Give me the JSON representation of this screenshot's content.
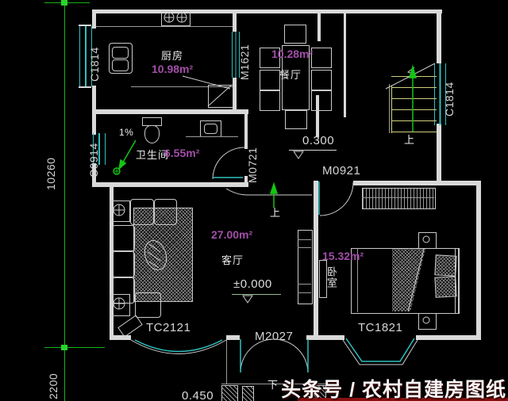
{
  "colors": {
    "background": "#000000",
    "wall": "#d9d9d9",
    "window_door": "#2fbfbf",
    "dimension_line": "#14b414",
    "area_text": "#a14fa8",
    "stair": "#cfcf7a",
    "watermark_bar": "#8b1111"
  },
  "rooms": {
    "kitchen": {
      "name": "厨房",
      "area": "10.98m²"
    },
    "dining": {
      "name": "餐厅",
      "area": "10.28m²"
    },
    "bathroom": {
      "name": "卫生间",
      "area": "6.55m²"
    },
    "living": {
      "name": "客厅",
      "area": "27.00m²"
    },
    "bedroom": {
      "name": "卧室",
      "area": "15.32m²"
    }
  },
  "openings": {
    "kitchen_window": "C1814",
    "kitchen_door": "M1621",
    "bathroom_window": "C0914",
    "bathroom_door": "M0721",
    "bedroom_door": "M0921",
    "stair_window": "C1814",
    "living_bay_window": "TC2121",
    "entry_door": "M2027",
    "bedroom_bay_window": "TC1821"
  },
  "levels": {
    "hall": "0.300",
    "living": "±0.000",
    "porch": "0.450"
  },
  "dimensions": {
    "overall_depth": "10260",
    "porch_depth": "2200"
  },
  "marks": {
    "stair_up": "上",
    "hall_up": "上",
    "entry_down": "下",
    "floor_slope": "1%"
  },
  "watermark": {
    "text": "头条号 / 农村自建房图纸"
  }
}
